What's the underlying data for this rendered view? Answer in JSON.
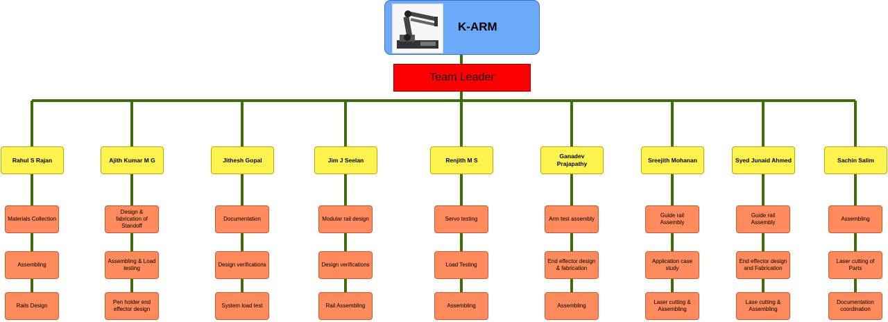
{
  "project": {
    "name": "K-ARM",
    "logo": "robot-arm-image"
  },
  "leader": {
    "label": "Team Leader"
  },
  "colors": {
    "connector": "#3f6e06",
    "root": "#6aaaf9",
    "leader": "#ff0000",
    "member": "#fff44d",
    "task": "#ff8a5b"
  },
  "members": [
    {
      "name": "Rahul S Rajan",
      "tasks": [
        "Materials Collection",
        "Assembling",
        "Rails Design"
      ]
    },
    {
      "name": "Ajith Kumar M G",
      "tasks": [
        "Design & fabrication of Standoff",
        "Assembling & Load testing",
        "Pen holder end effector design"
      ]
    },
    {
      "name": "Jithesh Gopal",
      "tasks": [
        "Documentation",
        "Design verifications",
        "System load test"
      ]
    },
    {
      "name": "Jim J Seelan",
      "tasks": [
        "Modular rail design",
        "Design verifications",
        "Rail Assembling"
      ]
    },
    {
      "name": "Renjith M S",
      "tasks": [
        "Servo testing",
        "Load Testing",
        "Assembling"
      ]
    },
    {
      "name": "Ganadev Prajapathy",
      "tasks": [
        "Arm test assembly",
        "End effector design & fabrication",
        "Assembling"
      ]
    },
    {
      "name": "Sreejith Mohanan",
      "tasks": [
        "Guide rail Assembly",
        "Application case study",
        "Laser cutting & Assembling"
      ]
    },
    {
      "name": "Syed Junaid Ahmed",
      "tasks": [
        "Guide rail Assembly",
        "End effector design and Fabrication",
        "Lase cutting & Assembling"
      ]
    },
    {
      "name": "Sachin Salim",
      "tasks": [
        "Assembling",
        "Laser cutting of Parts",
        "Documentation coordination"
      ]
    }
  ]
}
